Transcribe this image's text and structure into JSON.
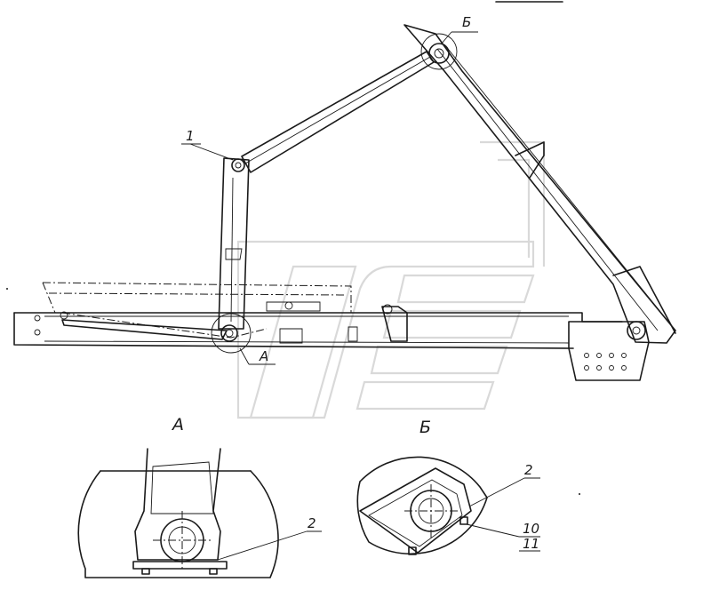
{
  "drawing": {
    "callouts": {
      "part_1": "1",
      "view_b": "Б",
      "view_a": "А"
    },
    "detail_a": {
      "title": "А",
      "part_2": "2"
    },
    "detail_b": {
      "title": "Б",
      "part_2": "2",
      "part_10": "10",
      "part_11": "11"
    }
  }
}
